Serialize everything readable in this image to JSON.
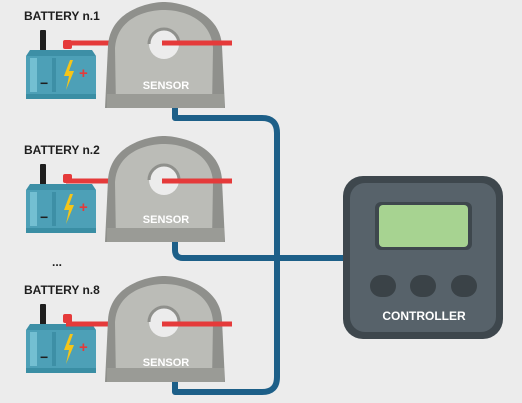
{
  "batteries": [
    {
      "label": "BATTERY n.1"
    },
    {
      "label": "BATTERY n.2"
    },
    {
      "label": "BATTERY n.8"
    }
  ],
  "ellipsis": "...",
  "sensor_label": "SENSOR",
  "controller": {
    "label": "CONTROLLER"
  },
  "battery_markings": {
    "minus": "−",
    "plus": "+"
  },
  "colors": {
    "background": "#ececec",
    "cable_red": "#e53a3a",
    "bus_blue": "#1d5f88",
    "sensor_gray": "#b5b6b1",
    "battery_teal": "#4da0b7",
    "controller_dark": "#545f66",
    "screen_green": "#a7d391",
    "bolt_yellow": "#f5c518"
  },
  "icons": [
    "battery-icon",
    "current-sensor-icon",
    "controller-icon"
  ]
}
